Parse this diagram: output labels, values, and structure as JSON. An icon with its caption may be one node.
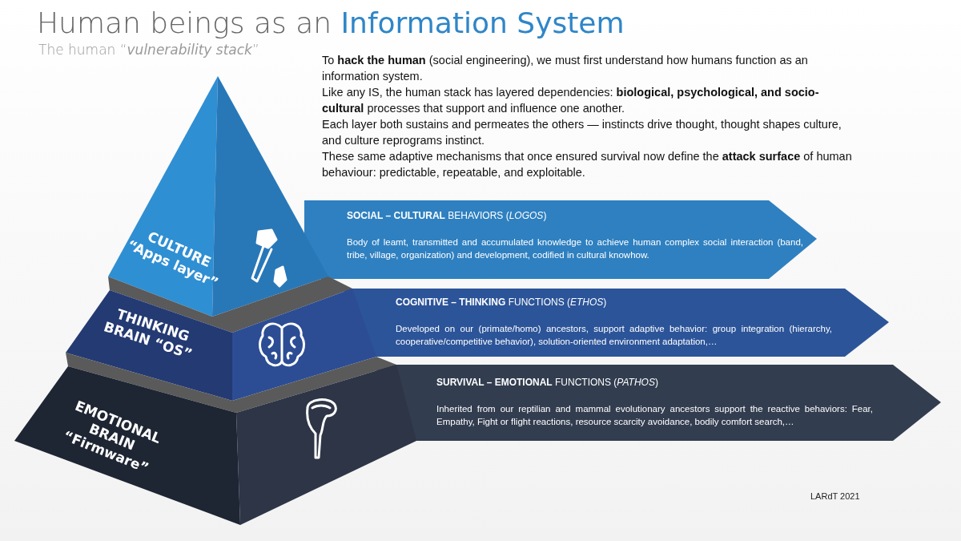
{
  "diagram": {
    "title": "Human beings as an **Information System**",
    "nodes": [
      {
        "text": [
          "CULTURE “Apps layer”"
        ]
      },
      {
        "text": [
          "THINKING BRAIN “OS”"
        ]
      },
      {
        "text": [
          "EMOTIONAL BRAIN “Firmware”"
        ]
      },
      {
        "text": [
          "**SOCIAL – CULTURAL** BEHAVIORS (*LOGOS*)",
          "Body of leamt, transmitted and accumulated knowledge to achieve human complex social interaction (band, tribe, village, organization) and development, codified in cultural knowhow."
        ]
      },
      {
        "text": [
          "**COGNITIVE – THINKING** FUNCTIONS (*ETHOS*)",
          "Developed on our (primate/homo) ancestors, support adaptive behavior: group integration (hierarchy, cooperative/competitive behavior), solution-oriented environment adaptation,…"
        ]
      },
      {
        "text": [
          "**SURVIVAL – EMOTIONAL** FUNCTIONS (*PATHOS*)",
          "Inherited from our reptilian and mammal evolutionary ancestors support the reactive behaviors: Fear, Empathy, Fight or flight reactions, resource scarcity avoidance, bodily comfort search,…"
        ]
      }
    ],
    "edges": [],
    "labels": [
      "The human “*vulnerability stack*”",
      "To **hack the human** (social engineering), we must first understand how humans function as an information system.",
      "Like any IS, the human stack has layered dependencies: **biological, psychological, and socio-cultural** processes that support and influence one another.",
      "Each layer both sustains and permeates the others — instincts drive thought, thought shapes culture, and culture reprograms instinct.",
      "These same adaptive mechanisms that once ensured survival now define the **attack surface** of human behaviour: predictable, repeatable, and exploitable.",
      "LARdT 2021"
    ]
  }
}
